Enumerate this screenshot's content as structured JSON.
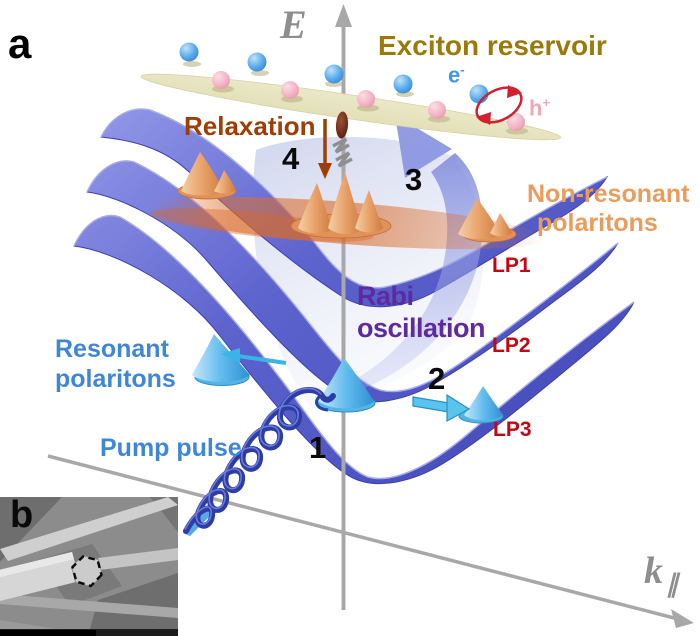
{
  "figure": {
    "panel_a_label": "a",
    "panel_b_label": "b"
  },
  "axes": {
    "energy_label": "E",
    "momentum_label": "k",
    "momentum_subscript": "∥"
  },
  "annotations": {
    "exciton_reservoir": "Exciton reservoir",
    "electron_base": "e",
    "electron_sign": "-",
    "hole_base": "h",
    "hole_sign": "+",
    "relaxation": "Relaxation",
    "non_resonant_line1": "Non-resonant",
    "non_resonant_line2": "polaritons",
    "rabi_line1": "Rabi",
    "rabi_line2": "oscillation",
    "resonant_line1": "Resonant",
    "resonant_line2": "polaritons",
    "pump_pulse": "Pump pulse",
    "branch_lp1": "LP1",
    "branch_lp2": "LP2",
    "branch_lp3": "LP3"
  },
  "process_steps": {
    "step1": "1",
    "step2": "2",
    "step3": "3",
    "step4": "4"
  },
  "colors": {
    "band_blue": "#5A60C8",
    "wavepacket_blue": "#4FB0E4",
    "non_resonant_orange": "#E99C5C",
    "lp_label_red": "#C40613",
    "rabi_purple": "#5E2B9E",
    "resonant_blue": "#3F87D6",
    "relaxation_brown": "#9C3E05",
    "reservoir_text_gold": "#9A7A0A",
    "reservoir_slab": "#EBE8C8",
    "electron_blue": "#3E97E8",
    "hole_pink": "#F2A6BA",
    "axis_gray": "#8E8E8E",
    "step_black": "#0A0A0A"
  }
}
